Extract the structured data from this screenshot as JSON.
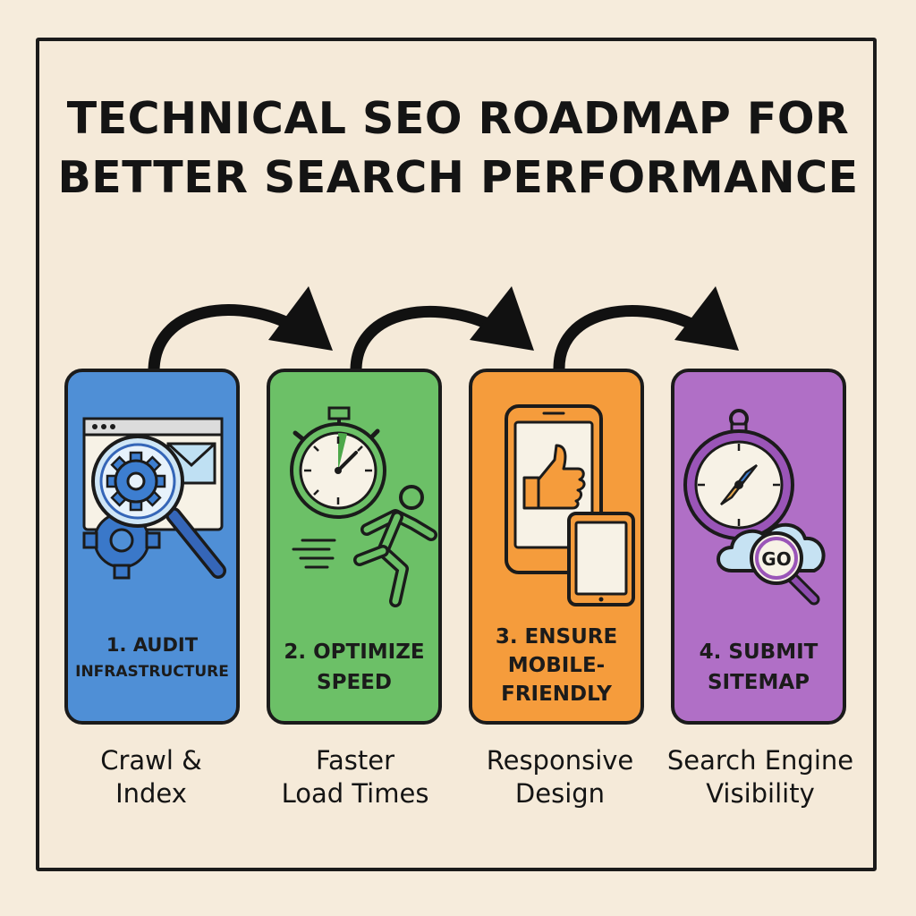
{
  "title": {
    "line1": "TECHNICAL SEO ROADMAP FOR",
    "line2": "BETTER SEARCH PERFORMANCE"
  },
  "steps": [
    {
      "label_line1": "1. AUDIT",
      "label_line2": "INFRASTRUCTURE",
      "caption_line1": "Crawl &",
      "caption_line2": "Index",
      "color": "#4f8fd6",
      "icon": "browser-magnifier-gear-icon"
    },
    {
      "label_line1": "2. OPTIMIZE",
      "label_line2": "SPEED",
      "caption_line1": "Faster",
      "caption_line2": "Load Times",
      "color": "#6cc067",
      "icon": "stopwatch-runner-icon"
    },
    {
      "label_line1": "3. ENSURE",
      "label_line2": "MOBILE-",
      "label_line3": "FRIENDLY",
      "caption_line1": "Responsive",
      "caption_line2": "Design",
      "color": "#f59c3c",
      "icon": "phone-thumbs-up-tablet-icon"
    },
    {
      "label_line1": "4. SUBMIT",
      "label_line2": "SITEMAP",
      "caption_line1": "Search Engine",
      "caption_line2": "Visibility",
      "color": "#b06fc6",
      "icon": "compass-cloud-go-icon",
      "icon_text": "GO"
    }
  ]
}
